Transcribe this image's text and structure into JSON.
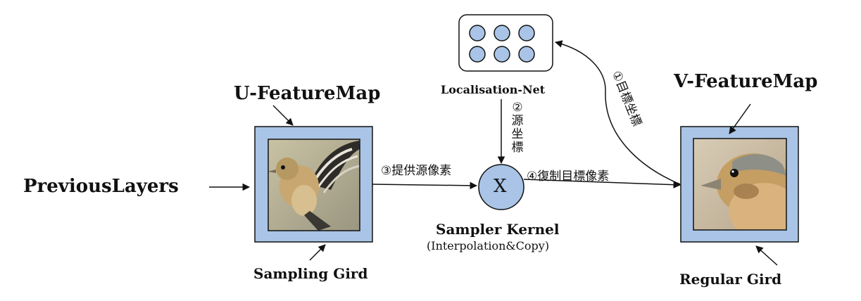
{
  "labels": {
    "previous_layers": "PreviousLayers",
    "u_featuremap": "U-FeatureMap",
    "v_featuremap": "V-FeatureMap",
    "sampling_grid": "Sampling Gird",
    "regular_grid": "Regular Gird",
    "localisation_net": "Localisation-Net",
    "sampler_kernel": "Sampler Kernel",
    "sampler_kernel_sub": "(Interpolation&Copy)",
    "sampler_symbol": "X"
  },
  "steps": {
    "step1": "①目標坐標",
    "step2": "②源坐標",
    "step3": "③提供源像素",
    "step4": "④復制目標像素"
  },
  "images": {
    "u_image": "bird-in-flight-image",
    "v_image": "bird-head-closeup-image"
  },
  "colors": {
    "box_fill": "#a9c4e6",
    "circle_fill": "#a9c4e6",
    "stroke": "#111111"
  }
}
